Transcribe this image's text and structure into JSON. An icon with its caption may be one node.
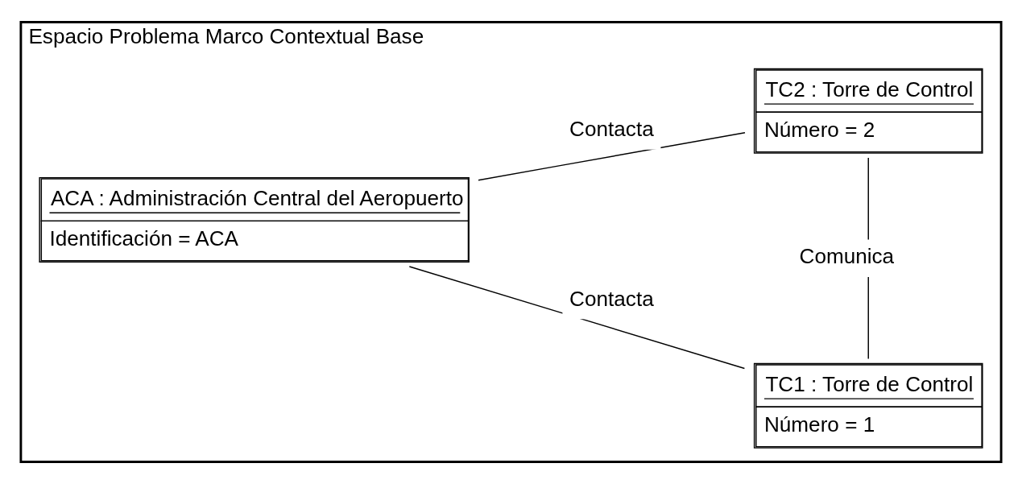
{
  "diagram": {
    "nodes": [
      {
        "text": [
          "Espacio Problema Marco Contextual Base"
        ]
      },
      {
        "text": [
          "ACA : Administración Central del Aeropuerto",
          "Identificación = ACA"
        ],
        "in": 0
      },
      {
        "text": [
          "TC1 : Torre de Control",
          "Número = 1"
        ],
        "in": 0
      },
      {
        "text": [
          "TC2 : Torre de Control",
          "Número = 2"
        ],
        "in": 0
      }
    ],
    "edges": [
      {
        "from": 1,
        "to": 2,
        "arrow": "none",
        "label": "Contacta"
      },
      {
        "from": 1,
        "to": 3,
        "arrow": "none",
        "label": "Contacta"
      },
      {
        "from": 2,
        "to": 3,
        "arrow": "none",
        "label": "Comunica"
      }
    ]
  }
}
